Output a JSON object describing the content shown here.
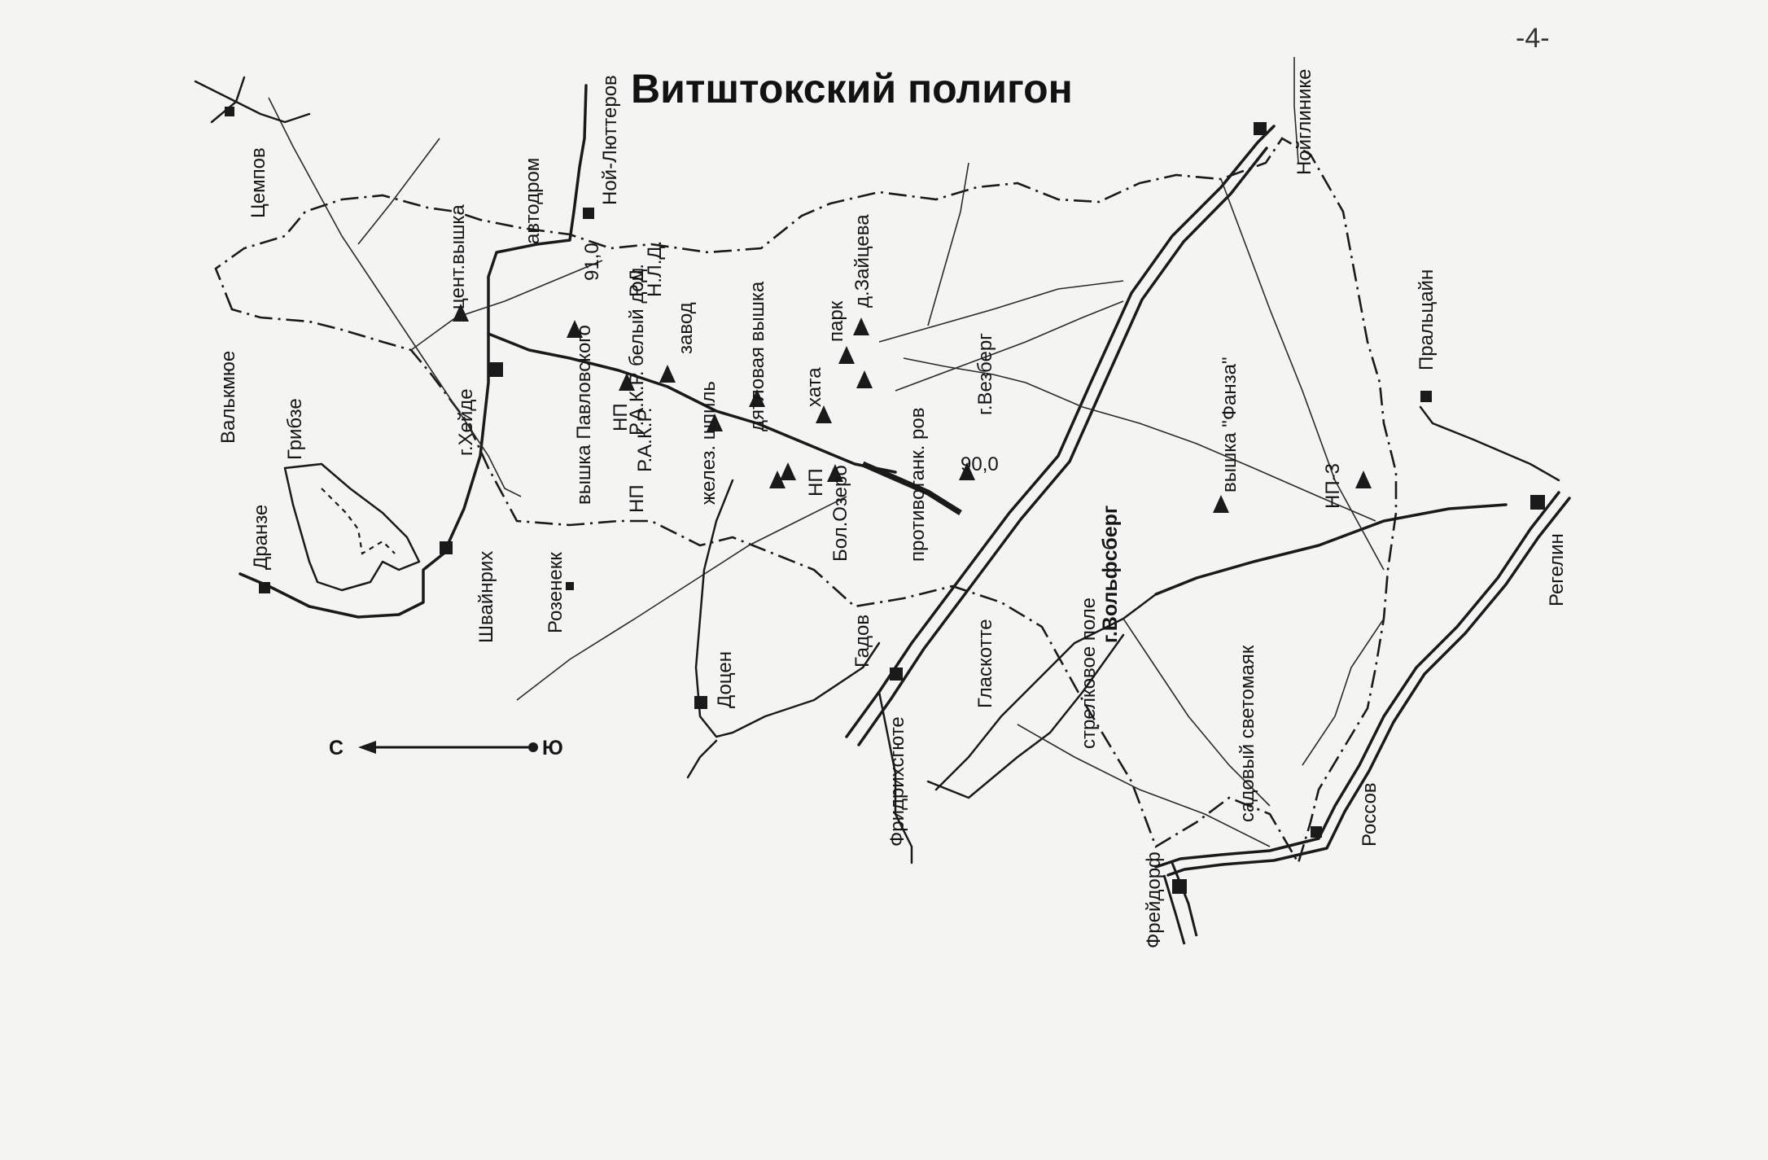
{
  "title": "Витштокский полигон",
  "page_number": "-4-",
  "compass": {
    "north": "С",
    "south": "Ю"
  },
  "labels": {
    "tsempov": "Цемпов",
    "vallkmyue": "Валькмюе",
    "grinze": "Грибзе",
    "dranze": "Дранзе",
    "heide": "г.Хейде",
    "schwainrich": "Швайнрих",
    "rozenekk": "Розенекк",
    "avtodrom": "автодром",
    "noi_luttеrov": "Ной-Люттеров",
    "tsent_vyshka": "цент.вышка",
    "pavlovsky_tower": "вышка Павловского",
    "zavod": "завод",
    "belyi_dom": "белый дом",
    "dotsen": "Доцен",
    "zhel_shpil": "желез. шпиль",
    "dyatlovaya_vyshka": "дятловая вышка",
    "park": "парк",
    "mkhata": "хата",
    "d_zaitseva": "д.Зайцева",
    "bol_ozero": "Бол.Озеро",
    "protivotank": "противотанк. ров",
    "vezberg": "г.Везберг",
    "gadov": "Гадов",
    "glaskotte": "Гласкотте",
    "g_volfsberg": "г.Вольфсберг",
    "strelkovoe_pole": "стрелковое поле",
    "vyshka_fanza": "вышка \"Фанза\"",
    "np3": "НП-3",
    "noiglinnike": "Нойглинике",
    "pralitsayn": "Пральцайн",
    "regeln": "Регелин",
    "rossov": "Россов",
    "frederdorf": "Фрейдорф",
    "fridrikhsgyute": "Фридрихсгюте",
    "sodovy_svetomayak": "садовый светомаяк",
    "np_a": "НП",
    "np_b": "НП",
    "np_c": "НП",
    "rd_top": "Р.Д.",
    "nld": "Н.Л.Д.",
    "rak_a": "Р.А.К.Р.",
    "rak_b": "Р.А.К.Р.",
    "h91": "91,0",
    "h90": "90,0"
  }
}
